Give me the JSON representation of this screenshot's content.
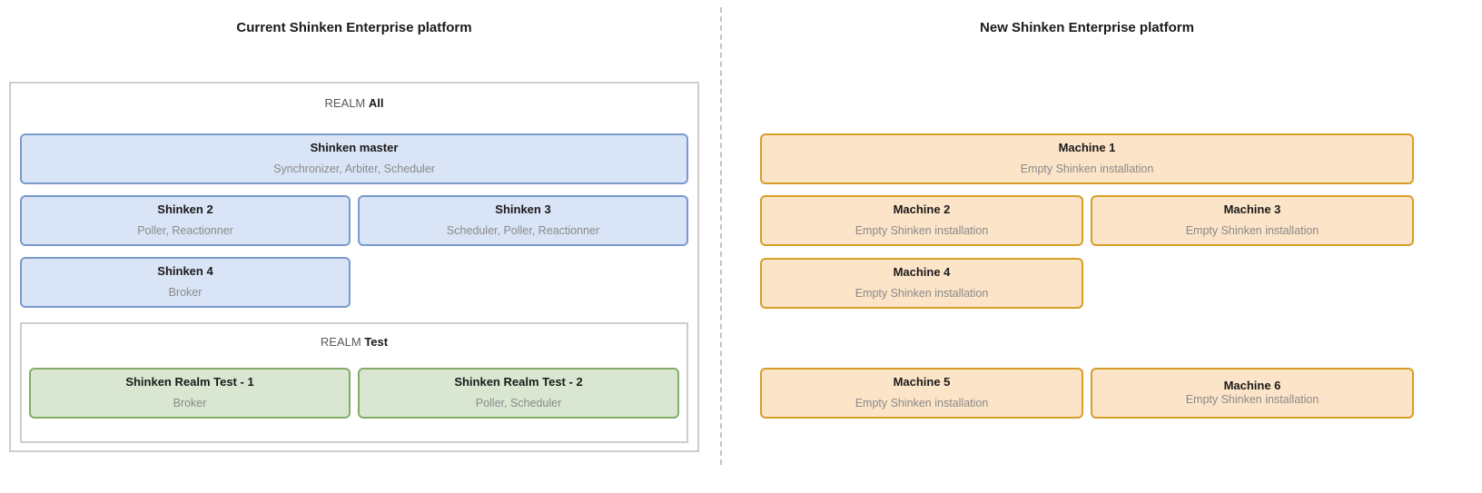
{
  "colors": {
    "blue_bg": "#d9e4f6",
    "blue_border": "#7a99cc",
    "green_bg": "#d9e7d2",
    "green_border": "#83ac67",
    "orange_bg": "#fce4c8",
    "orange_border": "#d89e2b",
    "container_border": "#cdcdcd",
    "divider": "#c4c4c4",
    "title_text": "#1a1a1a",
    "subtitle_text": "#8a8a8a",
    "realm_prefix_text": "#5a5a5a"
  },
  "left": {
    "title": "Current Shinken Enterprise platform",
    "realm_all": {
      "prefix": "REALM",
      "name": "All",
      "nodes": [
        {
          "title": "Shinken master",
          "subtitle": "Synchronizer, Arbiter, Scheduler"
        },
        {
          "title": "Shinken 2",
          "subtitle": "Poller, Reactionner"
        },
        {
          "title": "Shinken 3",
          "subtitle": "Scheduler, Poller, Reactionner"
        },
        {
          "title": "Shinken 4",
          "subtitle": "Broker"
        }
      ]
    },
    "realm_test": {
      "prefix": "REALM",
      "name": "Test",
      "nodes": [
        {
          "title": "Shinken Realm Test - 1",
          "subtitle": "Broker"
        },
        {
          "title": "Shinken Realm Test - 2",
          "subtitle": "Poller, Scheduler"
        }
      ]
    }
  },
  "right": {
    "title": "New Shinken Enterprise platform",
    "machines": [
      {
        "title": "Machine 1",
        "subtitle": "Empty Shinken installation"
      },
      {
        "title": "Machine 2",
        "subtitle": "Empty Shinken installation"
      },
      {
        "title": "Machine 3",
        "subtitle": "Empty Shinken installation"
      },
      {
        "title": "Machine 4",
        "subtitle": "Empty Shinken installation"
      },
      {
        "title": "Machine 5",
        "subtitle": "Empty Shinken installation"
      },
      {
        "title": "Machine 6",
        "subtitle": "Empty Shinken installation"
      }
    ]
  }
}
